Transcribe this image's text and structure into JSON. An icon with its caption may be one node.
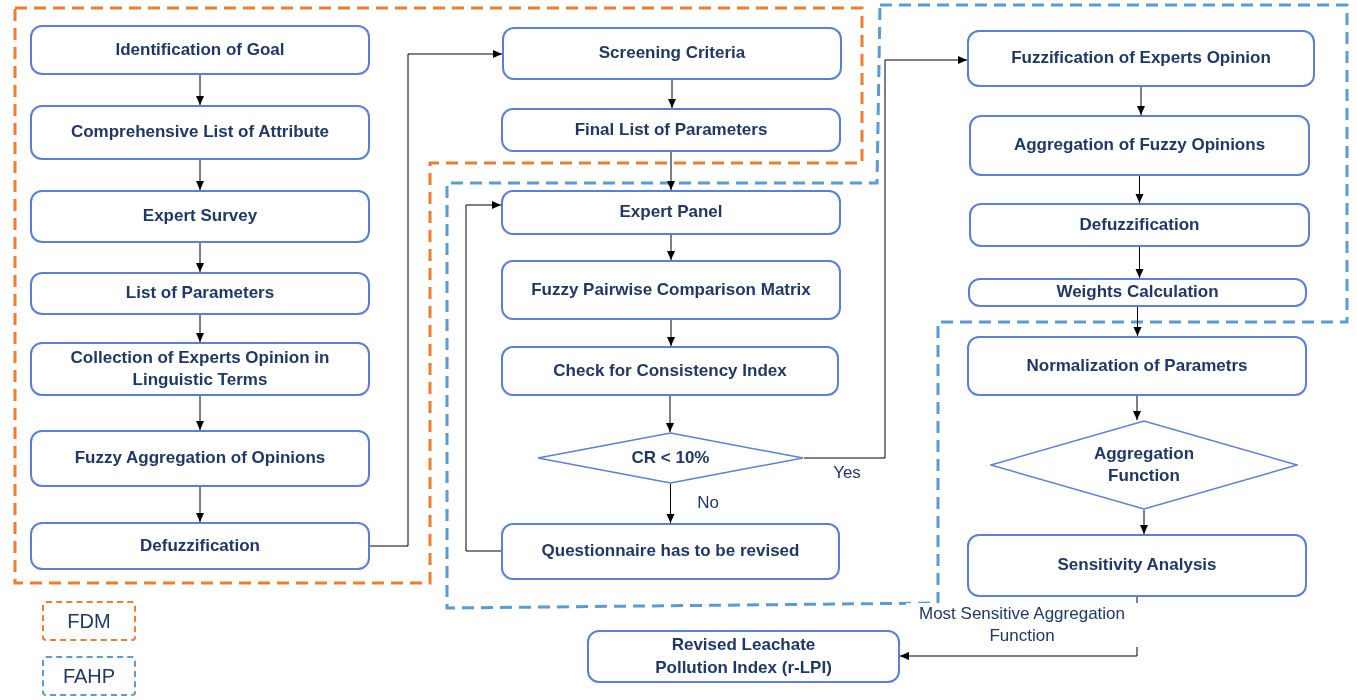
{
  "diagram": {
    "nodes": [
      {
        "text": [
          "Identification of Goal"
        ]
      },
      {
        "text": [
          "Comprehensive List of Attribute"
        ]
      },
      {
        "text": [
          "Expert Survey"
        ]
      },
      {
        "text": [
          "List of Parameters"
        ]
      },
      {
        "text": [
          "Collection of Experts Opinion in Linguistic Terms"
        ]
      },
      {
        "text": [
          "Fuzzy Aggregation of Opinions"
        ]
      },
      {
        "text": [
          "Defuzzification"
        ]
      },
      {
        "text": [
          "Screening Criteria"
        ]
      },
      {
        "text": [
          "Final List of Parameters"
        ]
      },
      {
        "text": [
          "Expert Panel"
        ]
      },
      {
        "text": [
          "Fuzzy Pairwise Comparison Matrix"
        ]
      },
      {
        "text": [
          "Check for Consistency Index"
        ]
      },
      {
        "text": [
          "CR < 10%"
        ]
      },
      {
        "text": [
          "Questionnaire has to be revised"
        ]
      },
      {
        "text": [
          "Fuzzification of Experts Opinion"
        ]
      },
      {
        "text": [
          "Aggregation of Fuzzy Opinions"
        ]
      },
      {
        "text": [
          "Defuzzification"
        ]
      },
      {
        "text": [
          "Weights Calculation"
        ]
      },
      {
        "text": [
          "Normalization of Parametrs"
        ]
      },
      {
        "text": [
          "Aggregation Function"
        ]
      },
      {
        "text": [
          "Sensitivity Analysis"
        ]
      },
      {
        "text": [
          "Revised Leachate Pollution Index (r-LPI)"
        ]
      }
    ],
    "edges": [
      {
        "from": 0,
        "to": 1,
        "arrow": "to"
      },
      {
        "from": 1,
        "to": 2,
        "arrow": "to"
      },
      {
        "from": 2,
        "to": 3,
        "arrow": "to"
      },
      {
        "from": 3,
        "to": 4,
        "arrow": "to"
      },
      {
        "from": 4,
        "to": 5,
        "arrow": "to"
      },
      {
        "from": 5,
        "to": 6,
        "arrow": "to"
      },
      {
        "from": 6,
        "to": 7,
        "arrow": "to"
      },
      {
        "from": 7,
        "to": 8,
        "arrow": "to"
      },
      {
        "from": 8,
        "to": 9,
        "arrow": "to"
      },
      {
        "from": 9,
        "to": 10,
        "arrow": "to"
      },
      {
        "from": 10,
        "to": 11,
        "arrow": "to"
      },
      {
        "from": 11,
        "to": 12,
        "arrow": "to"
      },
      {
        "from": 12,
        "to": 13,
        "arrow": "to",
        "label": "No"
      },
      {
        "from": 13,
        "to": 9,
        "arrow": "to"
      },
      {
        "from": 12,
        "to": 14,
        "arrow": "to",
        "label": "Yes"
      },
      {
        "from": 14,
        "to": 15,
        "arrow": "to"
      },
      {
        "from": 15,
        "to": 16,
        "arrow": "to"
      },
      {
        "from": 16,
        "to": 17,
        "arrow": "to"
      },
      {
        "from": 17,
        "to": 18,
        "arrow": "to"
      },
      {
        "from": 18,
        "to": 19,
        "arrow": "to"
      },
      {
        "from": 19,
        "to": 20,
        "arrow": "to"
      },
      {
        "from": 20,
        "to": 21,
        "arrow": "to",
        "label": "Most Sensitive Aggregation Function"
      }
    ],
    "legend": [
      {
        "text": "FDM"
      },
      {
        "text": "FAHP"
      }
    ]
  }
}
